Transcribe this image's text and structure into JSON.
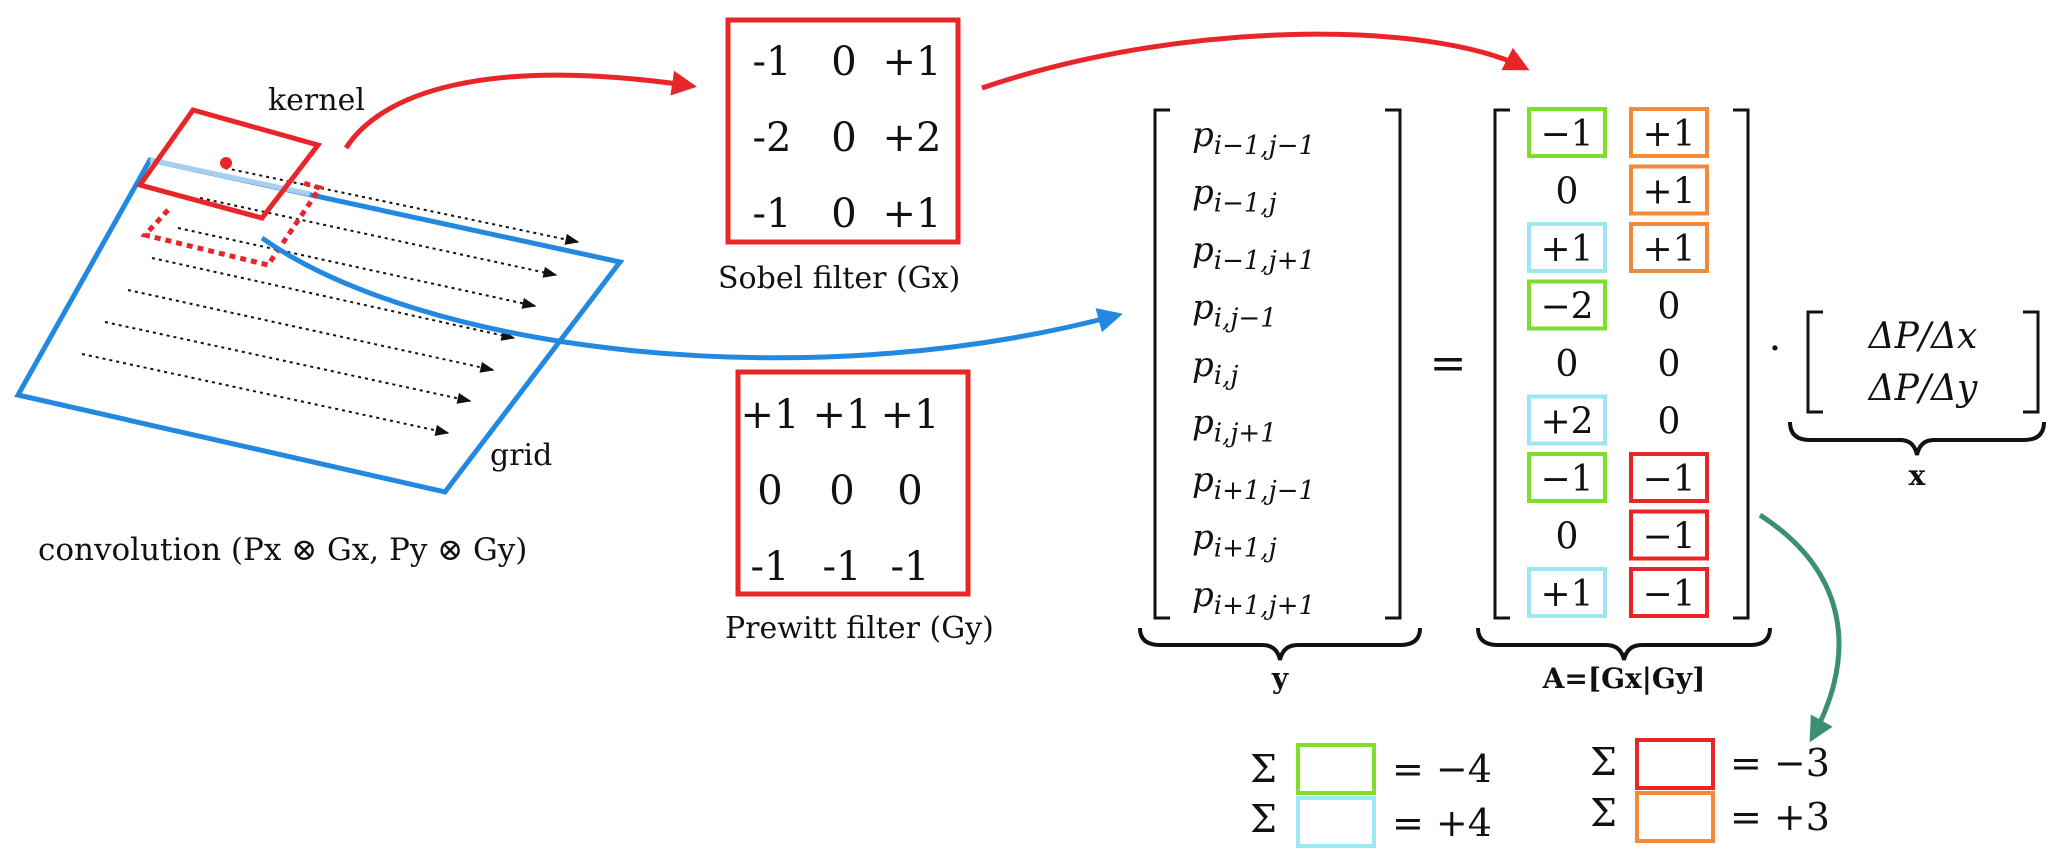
{
  "left_panel": {
    "kernel_label": "kernel",
    "grid_label": "grid",
    "convolution_caption": "convolution (Px ⊗ Gx, Py ⊗ Gy)"
  },
  "sobel": {
    "rows": [
      [
        "-1",
        "0",
        "+1"
      ],
      [
        "-2",
        "0",
        "+2"
      ],
      [
        "-1",
        "0",
        "+1"
      ]
    ],
    "caption": "Sobel filter (Gx)"
  },
  "prewitt": {
    "rows": [
      [
        "+1",
        "+1",
        "+1"
      ],
      [
        "0",
        "0",
        "0"
      ],
      [
        "-1",
        "-1",
        "-1"
      ]
    ],
    "caption": "Prewitt filter (Gy)"
  },
  "y_vector": {
    "entries": [
      "pi−1,j−1",
      "pi−1,j",
      "pi−1,j+1",
      "pi,j−1",
      "pi,j",
      "pi,j+1",
      "pi+1,j−1",
      "pi+1,j",
      "pi+1,j+1"
    ],
    "label": "y"
  },
  "equals_sign": "=",
  "a_matrix": {
    "col1": [
      "−1",
      "0",
      "+1",
      "−2",
      "0",
      "+2",
      "−1",
      "0",
      "+1"
    ],
    "col2": [
      "+1",
      "+1",
      "+1",
      "0",
      "0",
      "0",
      "−1",
      "−1",
      "−1"
    ],
    "label": "A=[Gx|Gy]"
  },
  "dot_operator": "·",
  "x_vector": {
    "entries": [
      "ΔP/Δx",
      "ΔP/Δy"
    ],
    "label": "x"
  },
  "sums": {
    "green": {
      "sigma": "Σ",
      "value": "= −4"
    },
    "cyan": {
      "sigma": "Σ",
      "value": "= +4"
    },
    "red": {
      "sigma": "Σ",
      "value": "= −3"
    },
    "orange": {
      "sigma": "Σ",
      "value": "= +3"
    }
  },
  "colors": {
    "red": "#e8262a",
    "blue": "#2288e0",
    "light_blue": "#a9cfee",
    "green": "#7fdd2e",
    "cyan": "#9ee6f2",
    "orange": "#f28a3c",
    "teal": "#3d8f72"
  }
}
